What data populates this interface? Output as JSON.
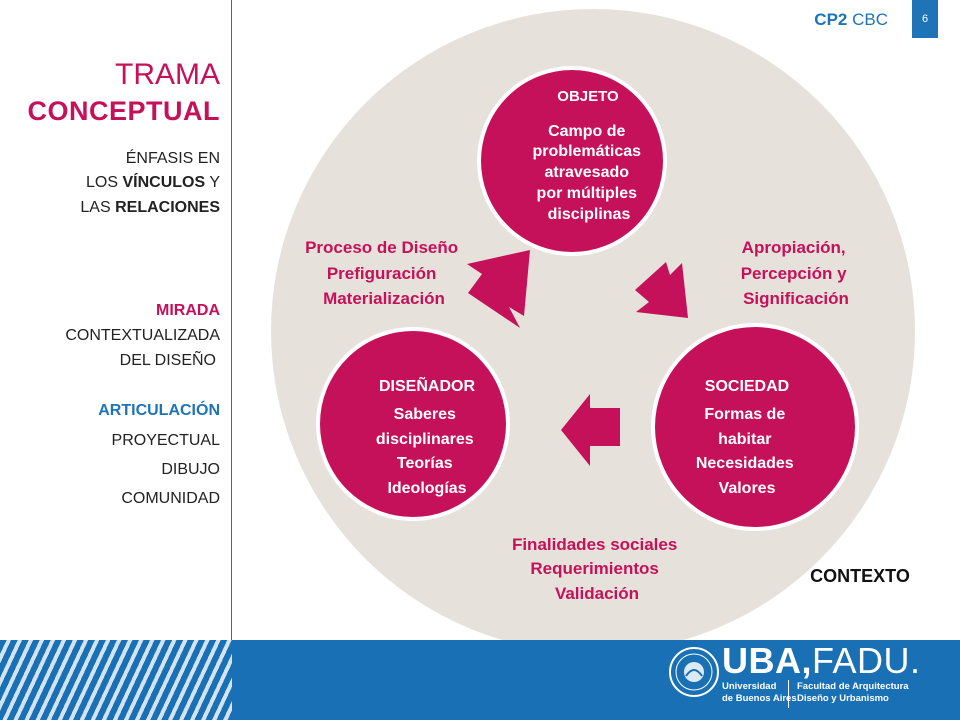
{
  "header": {
    "cp_bold": "CP2",
    "cp_rest": " CBC",
    "page_number": "6"
  },
  "left": {
    "title_line1": "TRAMA",
    "title_line2": "CONCEPTUAL",
    "emphasis": {
      "line1": "ÉNFASIS EN",
      "line2_pre": "LOS ",
      "line2_bold": "VÍNCULOS",
      "line2_post": " Y",
      "line3_pre": "LAS ",
      "line3_bold": "RELACIONES"
    },
    "mirada": {
      "label": "MIRADA",
      "line2": "CONTEXTUALIZADA",
      "line3": "DEL DISEÑO"
    },
    "articulacion": {
      "label": "ARTICULACIÓN",
      "items": [
        "PROYECTUAL",
        "DIBUJO",
        "COMUNIDAD"
      ]
    }
  },
  "diagram": {
    "colors": {
      "node": "#c5115a",
      "context": "#e6e2db",
      "text_pink": "#c5115a"
    },
    "nodes": {
      "objeto": {
        "title": "OBJETO",
        "lines": [
          "Campo de",
          "problemáticas",
          "atravesado",
          "por múltiples",
          "disciplinas"
        ]
      },
      "disenador": {
        "title": "DISEÑADOR",
        "lines": [
          "Saberes",
          "disciplinares",
          "Teorías",
          "Ideologías"
        ]
      },
      "sociedad": {
        "title": "SOCIEDAD",
        "lines": [
          "Formas de",
          "habitar",
          "Necesidades",
          "Valores"
        ]
      }
    },
    "relations": {
      "diseno": [
        "Proceso de Diseño",
        "Prefiguración",
        "Materialización"
      ],
      "apropiacion": [
        "Apropiación,",
        "Percepción y",
        "Significación"
      ],
      "finalidades": [
        "Finalidades sociales",
        "Requerimientos",
        "Validación"
      ]
    },
    "context_label": "CONTEXTO",
    "arrow_icons": [
      "arrow-disenador-to-objeto",
      "arrow-objeto-to-sociedad",
      "arrow-sociedad-to-disenador"
    ]
  },
  "footer": {
    "uba": "UBA,",
    "fadu": "FADU.",
    "university_l1": "Universidad",
    "university_l2": "de Buenos Aires",
    "faculty_l1": "Facultad de Arquitectura",
    "faculty_l2": "Diseño y Urbanismo"
  }
}
